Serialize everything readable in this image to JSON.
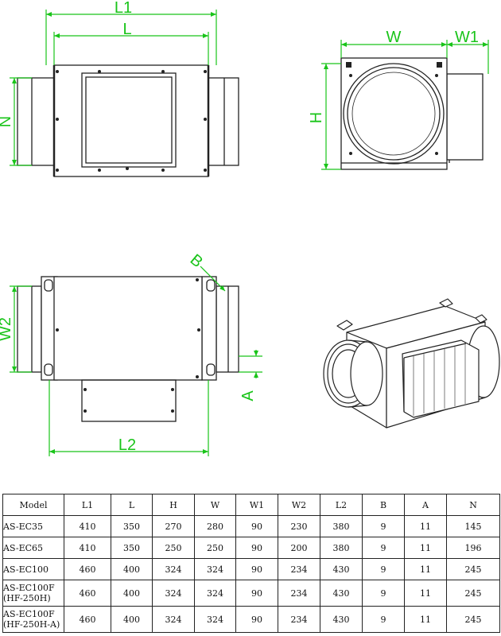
{
  "labels": {
    "L1": "L1",
    "L": "L",
    "N": "N",
    "W": "W",
    "W1": "W1",
    "H": "H",
    "B": "B",
    "W2": "W2",
    "A": "A",
    "L2": "L2"
  },
  "colors": {
    "dimension": "#19c419",
    "line": "#222222"
  },
  "table": {
    "headers": [
      "Model",
      "L1",
      "L",
      "H",
      "W",
      "W1",
      "W2",
      "L2",
      "B",
      "A",
      "N"
    ],
    "rows": [
      [
        "AS-EC35",
        "410",
        "350",
        "270",
        "280",
        "90",
        "230",
        "380",
        "9",
        "11",
        "145"
      ],
      [
        "AS-EC65",
        "410",
        "350",
        "250",
        "250",
        "90",
        "200",
        "380",
        "9",
        "11",
        "196"
      ],
      [
        "AS-EC100",
        "460",
        "400",
        "324",
        "324",
        "90",
        "234",
        "430",
        "9",
        "11",
        "245"
      ],
      [
        "AS-EC100F\n(HF-250H)",
        "460",
        "400",
        "324",
        "324",
        "90",
        "234",
        "430",
        "9",
        "11",
        "245"
      ],
      [
        "AS-EC100F\n(HF-250H-A)",
        "460",
        "400",
        "324",
        "324",
        "90",
        "234",
        "430",
        "9",
        "11",
        "245"
      ]
    ]
  }
}
